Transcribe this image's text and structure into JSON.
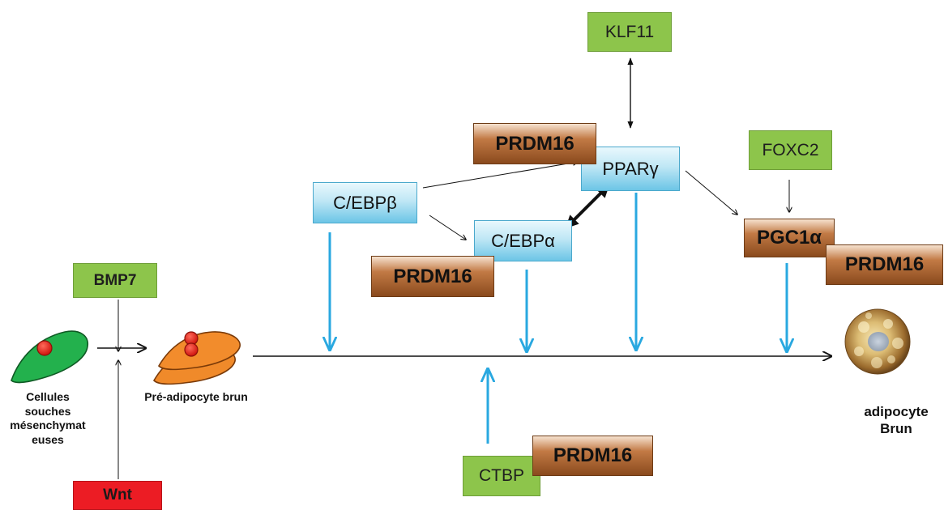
{
  "colors": {
    "activator": "#8dc54b",
    "inhibitor": "#ec1c24",
    "transcription_factor": "#6cc5e6",
    "prdm16": "#8a4a1d",
    "blue_arrow": "#29a8e0"
  },
  "factors": {
    "klf11": "KLF11",
    "foxc2": "FOXC2",
    "bmp7": "BMP7",
    "wnt": "Wnt",
    "ctbp": "CTBP",
    "pparg": "PPARγ",
    "cebpb": "C/EBPβ",
    "cebpa": "C/EBPα",
    "pgc1a": "PGC1α",
    "prdm16": "PRDM16"
  },
  "cells": {
    "stem_cell_label": "Cellules\nsouches\nmésenchymat\neuses",
    "preadipocyte_label": "Pré-adipocyte brun",
    "adipocyte_label": "adipocyte\nBrun"
  }
}
